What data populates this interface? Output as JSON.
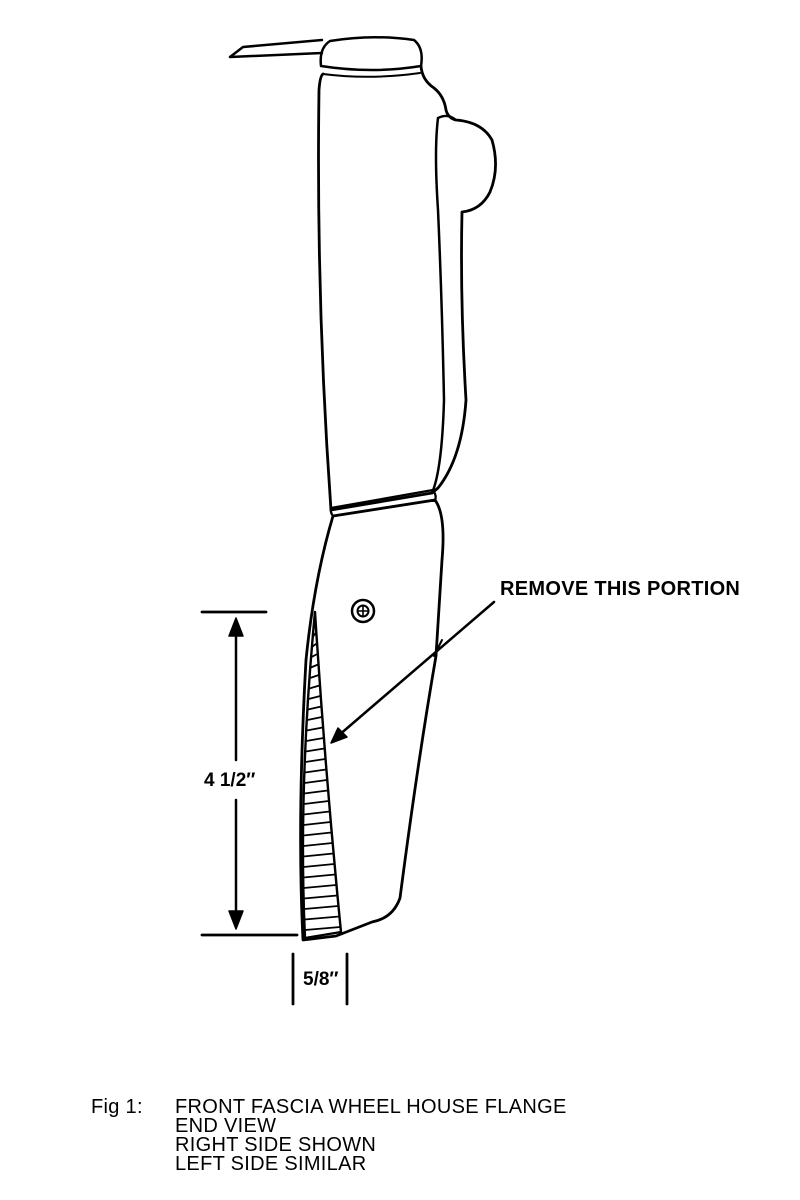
{
  "callout": {
    "text": "REMOVE THIS PORTION"
  },
  "dimensions": {
    "height": "4 1/2″",
    "width": "5/8″"
  },
  "caption": {
    "label": "Fig 1:",
    "lines": [
      "FRONT FASCIA WHEEL HOUSE FLANGE",
      "END VIEW",
      "RIGHT SIDE SHOWN",
      "LEFT SIDE SIMILAR"
    ]
  },
  "icons": {
    "fastener": "screw-head-icon",
    "arrow": "arrowhead-icon"
  },
  "colors": {
    "ink": "#000000",
    "paper": "#ffffff"
  }
}
